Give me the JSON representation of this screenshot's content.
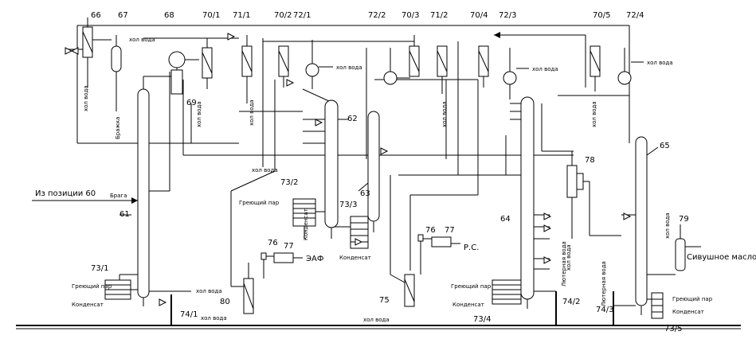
{
  "labels": {
    "e66": "66",
    "e67": "67",
    "e68": "68",
    "e69": "69",
    "e70_1": "70/1",
    "e71_1": "71/1",
    "e70_2": "70/2",
    "e72_1": "72/1",
    "e72_2": "72/2",
    "e70_3": "70/3",
    "e71_2": "71/2",
    "e70_4": "70/4",
    "e72_3": "72/3",
    "e70_5": "70/5",
    "e72_4": "72/4",
    "e61": "61",
    "e62": "62",
    "e63": "63",
    "e64": "64",
    "e65": "65",
    "e73_1": "73/1",
    "e73_2": "73/2",
    "e73_3": "73/3",
    "e73_4": "73/4",
    "e73_5": "73/5",
    "e74_1": "74/1",
    "e74_2": "74/2",
    "e74_3": "74/3",
    "e75": "75",
    "e76a": "76",
    "e76b": "76",
    "e77a": "77",
    "e77b": "77",
    "e78": "78",
    "e79": "79",
    "e80": "80"
  },
  "streams": {
    "cold_water": "хол вода",
    "heating_steam": "Греющий пар",
    "condensate": "Конденсат",
    "from_position_60": "Из позиции 60",
    "feed": "Брага",
    "ef": "ЭАФ",
    "rs": "Р.С.",
    "fusel_oil": "Сивушное масло",
    "lutter_water": "Лютерная вода",
    "feed_vertical": "Бражка"
  }
}
